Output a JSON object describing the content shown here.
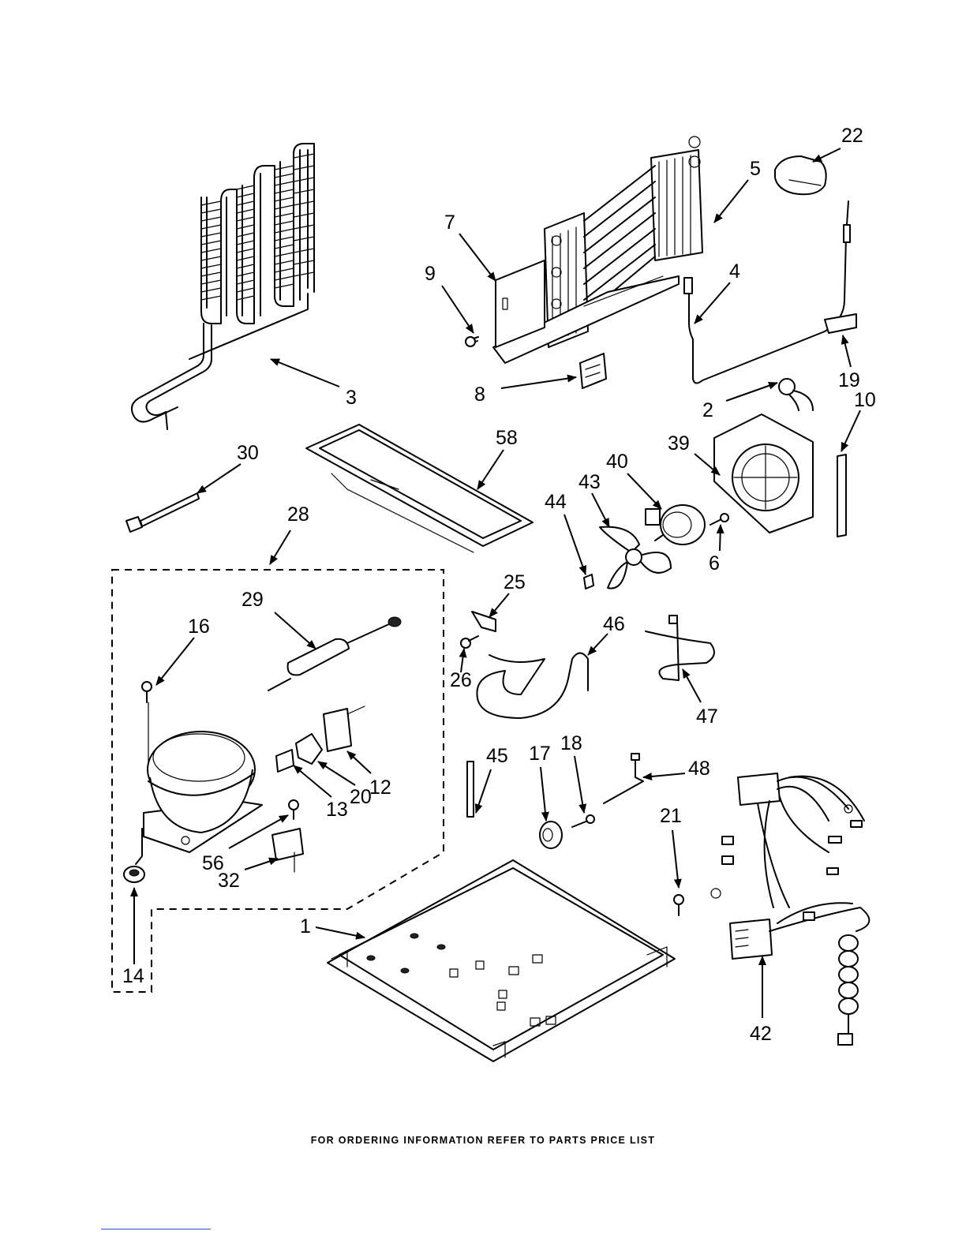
{
  "labels": {
    "p1": "1",
    "p2": "2",
    "p3": "3",
    "p4": "4",
    "p5": "5",
    "p6": "6",
    "p7": "7",
    "p8": "8",
    "p9": "9",
    "p10": "10",
    "p12": "12",
    "p13": "13",
    "p14": "14",
    "p16": "16",
    "p17": "17",
    "p18": "18",
    "p19": "19",
    "p20": "20",
    "p21": "21",
    "p22": "22",
    "p25": "25",
    "p26": "26",
    "p28": "28",
    "p29": "29",
    "p30": "30",
    "p32": "32",
    "p39": "39",
    "p40": "40",
    "p42": "42",
    "p43": "43",
    "p44": "44",
    "p45": "45",
    "p46": "46",
    "p47": "47",
    "p48": "48",
    "p56": "56",
    "p58": "58"
  },
  "footer": "FOR ORDERING INFORMATION REFER TO PARTS PRICE LIST"
}
